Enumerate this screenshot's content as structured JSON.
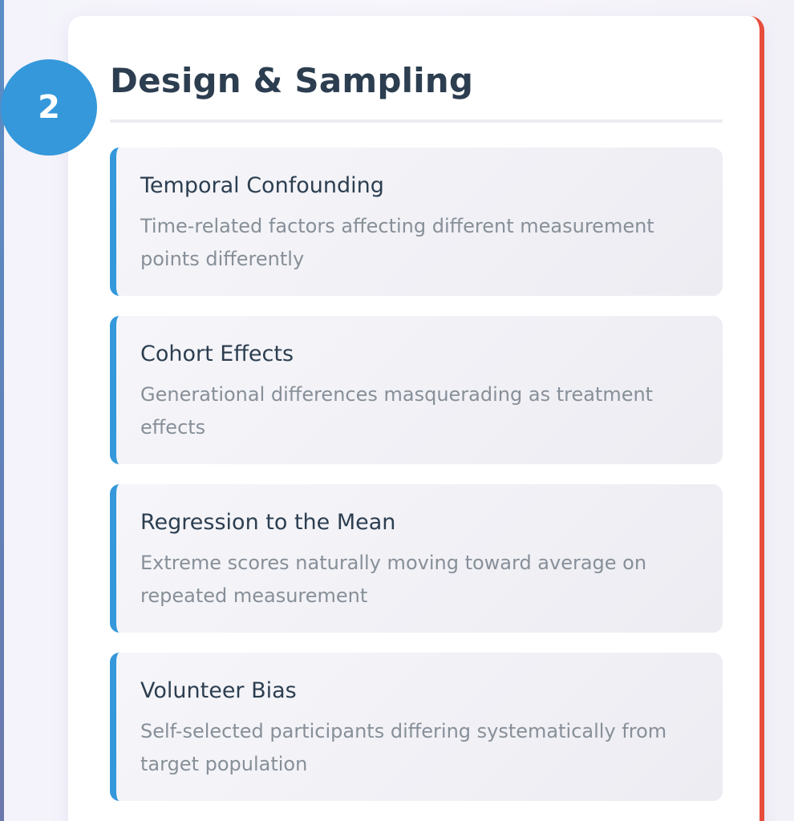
{
  "section": {
    "step_number": "2",
    "title": "Design & Sampling",
    "accent_color": "#3498db",
    "border_color": "#e74c3c",
    "items": [
      {
        "title": "Temporal Confounding",
        "description": "Time-related factors affecting different measurement points differently"
      },
      {
        "title": "Cohort Effects",
        "description": "Generational differences masquerading as treatment effects"
      },
      {
        "title": "Regression to the Mean",
        "description": "Extreme scores naturally moving toward average on repeated measurement"
      },
      {
        "title": "Volunteer Bias",
        "description": "Self-selected participants differing systematically from target population"
      }
    ]
  }
}
